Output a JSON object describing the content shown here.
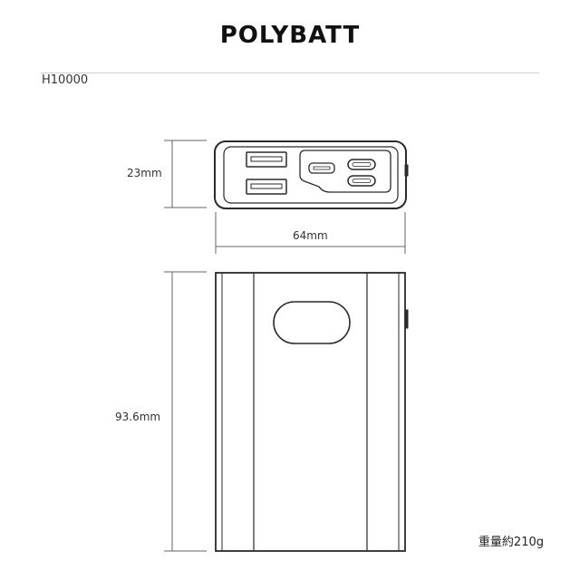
{
  "brand": {
    "name": "POLYBATT"
  },
  "model": {
    "name": "H10000"
  },
  "dimensions": {
    "thickness": "23mm",
    "width": "64mm",
    "height": "93.6mm"
  },
  "weight": {
    "label": "重量約210g"
  },
  "colors": {
    "outline": "#2a2a2a",
    "dim_line": "#666666",
    "divider": "#cfcfcf"
  }
}
